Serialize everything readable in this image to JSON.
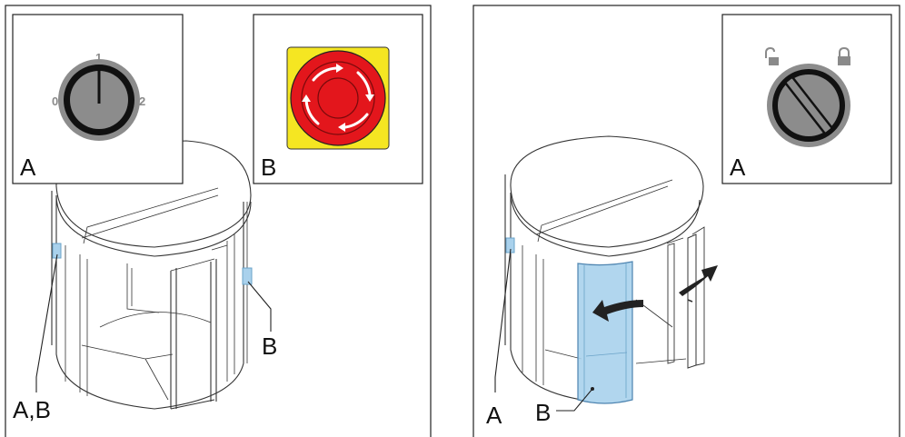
{
  "left": {
    "inset_a": {
      "label": "A",
      "dial_0": "0",
      "dial_1": "1",
      "dial_2": "2"
    },
    "inset_b": {
      "label": "B"
    },
    "callout_ab": "A,B",
    "callout_b": "B"
  },
  "right": {
    "inset_a": {
      "label": "A"
    },
    "callout_a": "A",
    "callout_b": "B"
  },
  "colors": {
    "highlight": "#a9d1ec",
    "stop_red": "#e3161c",
    "stop_yellow": "#f5e622",
    "knob_gray": "#8c8c8c"
  },
  "icons": [
    "selector-switch-icon",
    "emergency-stop-icon",
    "key-switch-icon",
    "unlocked-padlock-icon",
    "locked-padlock-icon",
    "rotation-arrow-icon"
  ]
}
